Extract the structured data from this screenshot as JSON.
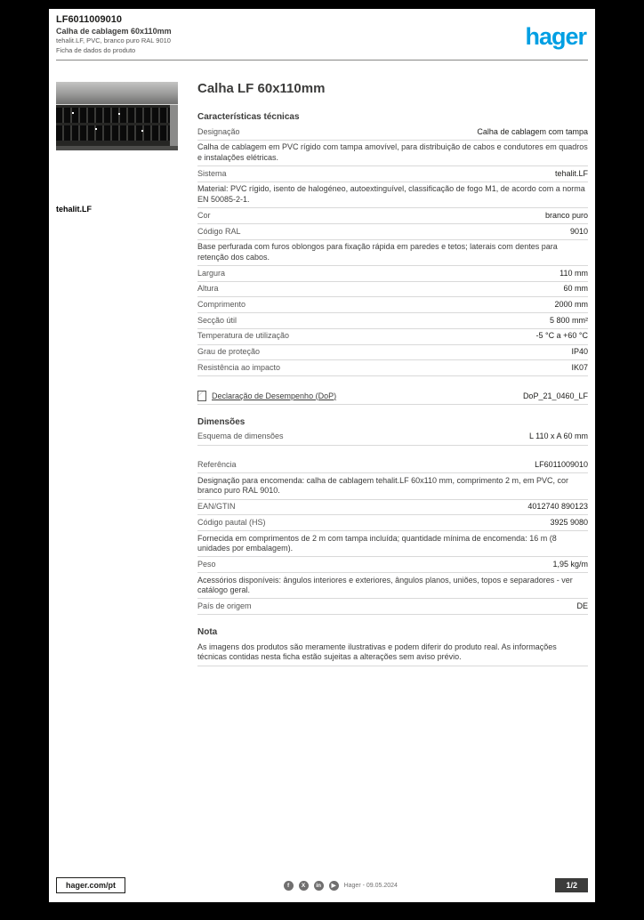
{
  "brand": {
    "logo_text": "hager",
    "brand_color": "#009fe3"
  },
  "header": {
    "line1": "LF6011009010",
    "line2": "Calha de cablagem 60x110mm",
    "line3": "tehalit.LF, PVC, branco puro RAL 9010",
    "line4": "Ficha de dados do produto"
  },
  "left": {
    "caption": "tehalit.LF"
  },
  "main": {
    "title": "Calha LF 60x110mm",
    "sections": [
      {
        "heading": "Características técnicas",
        "rows": [
          {
            "t": "pair",
            "label": "Designação",
            "value": "Calha de cablagem com tampa"
          },
          {
            "t": "para",
            "text": "Calha de cablagem em PVC rígido com tampa amovível, para distribuição de cabos e condutores em quadros e instalações elétricas."
          },
          {
            "t": "pair",
            "label": "Sistema",
            "value": "tehalit.LF"
          },
          {
            "t": "para",
            "text": "Material: PVC rígido, isento de halogéneo, autoextinguível, classificação de fogo M1, de acordo com a norma EN 50085-2-1."
          },
          {
            "t": "pair",
            "label": "Cor",
            "value": "branco puro"
          },
          {
            "t": "pair",
            "label": "Código RAL",
            "value": "9010"
          },
          {
            "t": "para",
            "text": "Base perfurada com furos oblongos para fixação rápida em paredes e tetos; laterais com dentes para retenção dos cabos."
          },
          {
            "t": "pair",
            "label": "Largura",
            "value": "110 mm"
          },
          {
            "t": "pair",
            "label": "Altura",
            "value": "60 mm"
          },
          {
            "t": "pair",
            "label": "Comprimento",
            "value": "2000 mm"
          },
          {
            "t": "pair",
            "label": "Secção útil",
            "value": "5 800 mm²"
          },
          {
            "t": "pair",
            "label": "Temperatura de utilização",
            "value": "-5 °C a +60 °C"
          },
          {
            "t": "pair",
            "label": "Grau de proteção",
            "value": "IP40"
          },
          {
            "t": "pair",
            "label": "Resistência ao impacto",
            "value": "IK07"
          }
        ]
      },
      {
        "heading": null,
        "rows": [
          {
            "t": "link",
            "label": "Declaração de Desempenho (DoP)",
            "value": "DoP_21_0460_LF"
          }
        ]
      },
      {
        "heading": "Dimensões",
        "rows": [
          {
            "t": "pair",
            "label": "Esquema de dimensões",
            "value": "L 110 x A 60 mm"
          }
        ]
      },
      {
        "heading": null,
        "rows": [
          {
            "t": "pair",
            "label": "Referência",
            "value": "LF6011009010"
          },
          {
            "t": "para",
            "text": "Designação para encomenda: calha de cablagem tehalit.LF 60x110 mm, comprimento 2 m, em PVC, cor branco puro RAL 9010."
          },
          {
            "t": "pair",
            "label": "EAN/GTIN",
            "value": "4012740 890123"
          },
          {
            "t": "pair",
            "label": "Código pautal (HS)",
            "value": "3925 9080"
          },
          {
            "t": "para",
            "text": "Fornecida em comprimentos de 2 m com tampa incluída; quantidade mínima de encomenda: 16 m (8 unidades por embalagem)."
          },
          {
            "t": "pair",
            "label": "Peso",
            "value": "1,95 kg/m"
          },
          {
            "t": "para",
            "text": "Acessórios disponíveis: ângulos interiores e exteriores, ângulos planos, uniões, topos e separadores - ver catálogo geral."
          },
          {
            "t": "pair",
            "label": "País de origem",
            "value": "DE"
          }
        ]
      },
      {
        "heading": "Nota",
        "rows": [
          {
            "t": "para",
            "text": "As imagens dos produtos são meramente ilustrativas e podem diferir do produto real. As informações técnicas contidas nesta ficha estão sujeitas a alterações sem aviso prévio."
          }
        ]
      }
    ]
  },
  "footer": {
    "site": "hager.com/pt",
    "center_text": "Hager - 09.05.2024",
    "page": "1/2",
    "social": [
      {
        "name": "facebook-icon",
        "glyph": "f"
      },
      {
        "name": "x-icon",
        "glyph": "X"
      },
      {
        "name": "linkedin-icon",
        "glyph": "in"
      },
      {
        "name": "youtube-icon",
        "glyph": "▶"
      }
    ]
  }
}
